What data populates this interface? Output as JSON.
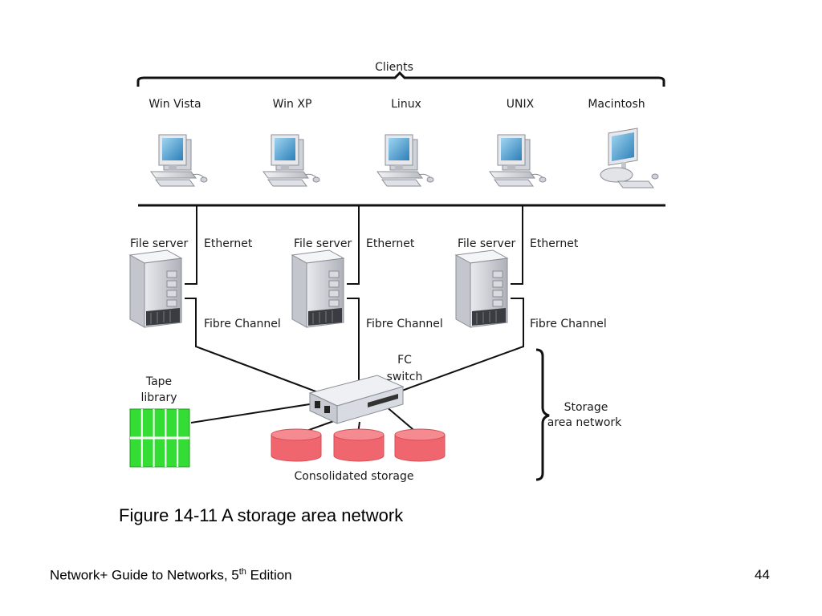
{
  "diagram": {
    "clients_label": "Clients",
    "clients": [
      "Win Vista",
      "Win XP",
      "Linux",
      "UNIX",
      "Macintosh"
    ],
    "servers": [
      {
        "label": "File server",
        "ethernet": "Ethernet",
        "fibre": "Fibre Channel"
      },
      {
        "label": "File server",
        "ethernet": "Ethernet",
        "fibre": "Fibre Channel"
      },
      {
        "label": "File server",
        "ethernet": "Ethernet",
        "fibre": "Fibre Channel"
      }
    ],
    "switch_label_1": "FC",
    "switch_label_2": "switch",
    "tape_label_1": "Tape",
    "tape_label_2": "library",
    "storage_label": "Consolidated storage",
    "san_label_1": "Storage",
    "san_label_2": "area network"
  },
  "caption": "Figure 14-11 A storage area network",
  "footer": {
    "title_prefix": "Network+ Guide to Networks, 5",
    "title_sup": "th",
    "title_suffix": " Edition",
    "page_number": "44"
  },
  "colors": {
    "tape": "#33dd33",
    "storage": "#f0666e",
    "screen": "#5aa8d8",
    "line": "#111111"
  }
}
